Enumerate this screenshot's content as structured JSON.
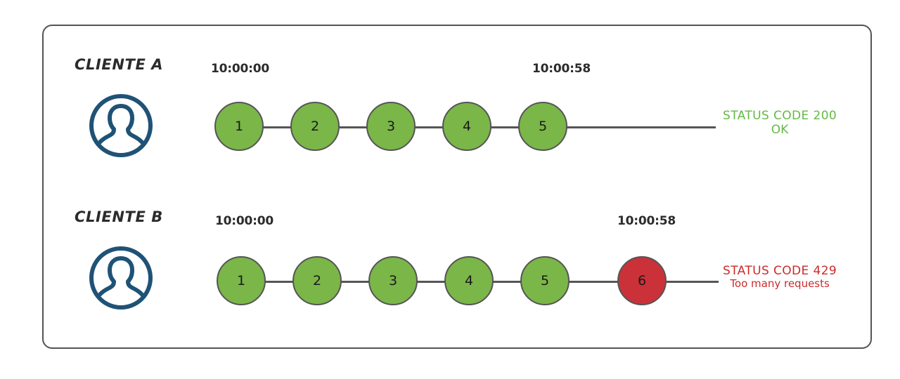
{
  "diagram": {
    "title_hidden": "",
    "background": "#ffffff",
    "frame_color": "#545454",
    "colors": {
      "node_ok": "#7AB648",
      "node_blocked": "#CB3138",
      "node_stroke": "#555555",
      "connector": "#555555",
      "avatar": "#1F5276",
      "status_ok": "#63BA45",
      "status_error": "#CC2B2B",
      "text": "#2b2b2b"
    }
  },
  "rows": [
    {
      "id": "client-a",
      "label": "CLIENTE A",
      "avatar_icon": "person-avatar-icon",
      "time_start": "10:00:00",
      "time_end": "10:00:58",
      "nodes": [
        {
          "n": "1",
          "state": "ok"
        },
        {
          "n": "2",
          "state": "ok"
        },
        {
          "n": "3",
          "state": "ok"
        },
        {
          "n": "4",
          "state": "ok"
        },
        {
          "n": "5",
          "state": "ok"
        }
      ],
      "status": {
        "code": "STATUS CODE 200",
        "detail": "OK",
        "color": "#63BA45"
      }
    },
    {
      "id": "client-b",
      "label": "CLIENTE B",
      "avatar_icon": "person-avatar-icon",
      "time_start": "10:00:00",
      "time_end": "10:00:58",
      "nodes": [
        {
          "n": "1",
          "state": "ok"
        },
        {
          "n": "2",
          "state": "ok"
        },
        {
          "n": "3",
          "state": "ok"
        },
        {
          "n": "4",
          "state": "ok"
        },
        {
          "n": "5",
          "state": "ok"
        },
        {
          "n": "6",
          "state": "blocked"
        }
      ],
      "status": {
        "code": "STATUS CODE 429",
        "detail": "Too many requests",
        "color": "#CC2B2B"
      }
    }
  ]
}
